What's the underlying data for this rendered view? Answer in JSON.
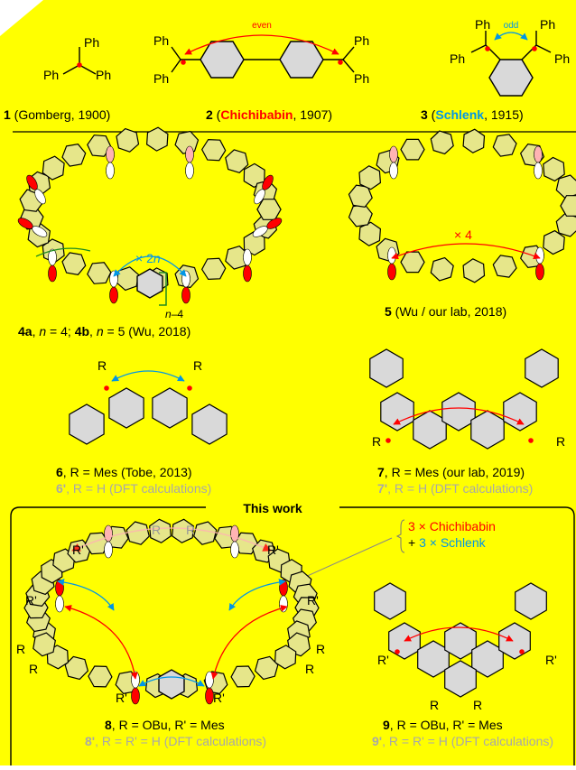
{
  "colors": {
    "background": "#ffff00",
    "ring_fill": "#d9d9d9",
    "nanohoop_fill": "#e6e68a",
    "chichibabin_red": "#ff0000",
    "schlenk_blue": "#0096e6",
    "grey_text": "#a8a8a8",
    "orbital_red": "#ff0000",
    "orbital_pink": "#ffb3b3"
  },
  "top": {
    "ph": "Ph",
    "even_label": "even",
    "odd_label": "odd",
    "c1": {
      "num": "1",
      "rest": " (Gomberg, 1900)"
    },
    "c2": {
      "num": "2",
      "open": " (",
      "name": "Chichibabin",
      "rest": ", 1907)"
    },
    "c3": {
      "num": "3",
      "open": " (",
      "name": "Schlenk",
      "rest": ", 1915)"
    }
  },
  "mid": {
    "c4": {
      "num_a": "4a",
      "sep1": ", ",
      "n": "n",
      "eq4": " = 4; ",
      "num_b": "4b",
      "sep2": ", ",
      "eq5": " = 5 (Wu, 2018)"
    },
    "c4_arrow": {
      "times": "× 2",
      "n": "n"
    },
    "c4_bracket": {
      "n": "n",
      "rest": "–4"
    },
    "c5": {
      "num": "5",
      "rest": " (Wu / our lab, 2018)"
    },
    "c5_arrow": "× 4",
    "c6": {
      "num": "6",
      "rest": ", R = Mes (Tobe, 2013)",
      "prime": "6'",
      "prime_rest": ", R = H (DFT calculations)"
    },
    "c7": {
      "num": "7",
      "rest": ", R = Mes (our lab, 2019)",
      "prime": "7'",
      "prime_rest": ", R = H (DFT calculations)"
    },
    "R": "R"
  },
  "work": {
    "title": "This work",
    "legend_red": "3 × Chichibabin",
    "legend_blue_plus": "+ ",
    "legend_blue": "3 × Schlenk",
    "R": "R",
    "Rp": "R'",
    "c8": {
      "num": "8",
      "rest": ", R = OBu, R' = Mes",
      "prime": "8'",
      "prime_rest": ", R = R' = H (DFT calculations)"
    },
    "c9": {
      "num": "9",
      "rest": ", R = OBu, R' = Mes",
      "prime": "9'",
      "prime_rest": ", R = R' = H (DFT calculations)"
    }
  }
}
